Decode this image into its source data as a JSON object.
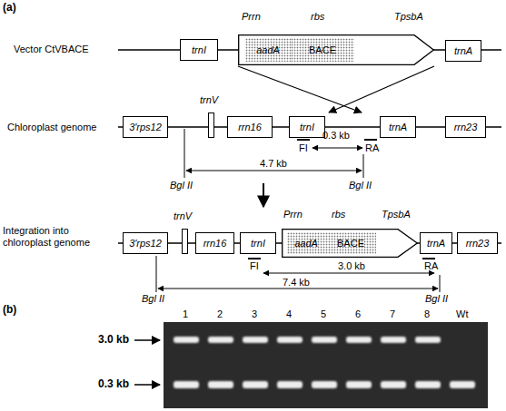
{
  "diagram": {
    "nodes": [
      {
        "text": [
          "trnI"
        ]
      },
      {
        "text": [
          "Prrn",
          "rbs",
          "TpsbA"
        ]
      },
      {
        "text": [
          "aadA"
        ],
        "in": 1
      },
      {
        "text": [
          "BACE"
        ],
        "in": 1
      },
      {
        "text": [
          "trnA"
        ]
      },
      {
        "text": [
          "3'rps12"
        ]
      },
      {
        "text": [
          "trnV"
        ]
      },
      {
        "text": [
          "rrn16"
        ]
      },
      {
        "text": [
          "trnI"
        ]
      },
      {
        "text": [
          "trnA"
        ]
      },
      {
        "text": [
          "rrn23"
        ]
      },
      {
        "text": [
          "3'rps12"
        ]
      },
      {
        "text": [
          "trnV"
        ]
      },
      {
        "text": [
          "rrn16"
        ]
      },
      {
        "text": [
          "trnI"
        ]
      },
      {
        "text": [
          "Prrn",
          "rbs",
          "TpsbA"
        ]
      },
      {
        "text": [
          "aadA"
        ],
        "in": 15
      },
      {
        "text": [
          "BACE"
        ],
        "in": 15
      },
      {
        "text": [
          "trnA"
        ]
      },
      {
        "text": [
          "rrn23"
        ]
      }
    ],
    "labels": [
      "(a)",
      "Vector CtVBACE",
      "Chloroplast genome",
      "FI",
      "0.3 kb",
      "RA",
      "4.7 kb",
      "Bgl II",
      "Bgl II",
      "Integration into chloroplast genome",
      "FI",
      "3.0 kb",
      "RA",
      "7.4 kb",
      "Bgl II",
      "Bgl II",
      "(b)",
      "1",
      "2",
      "3",
      "4",
      "5",
      "6",
      "7",
      "8",
      "Wt",
      "3.0 kb",
      "0.3 kb"
    ]
  }
}
